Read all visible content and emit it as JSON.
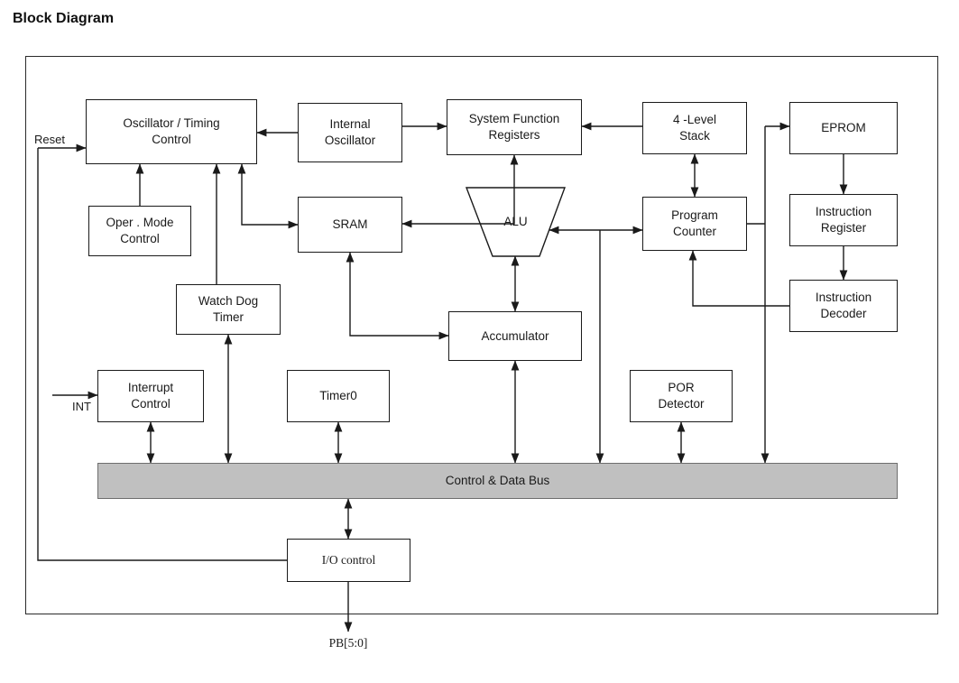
{
  "page": {
    "title": "Block Diagram"
  },
  "labels": {
    "reset": "Reset",
    "int": "INT",
    "pb": "PB[5:0]"
  },
  "nodes": {
    "osc": {
      "label": "Oscillator / Timing\nControl"
    },
    "internal_osc": {
      "label": "Internal\nOscillator"
    },
    "sfr": {
      "label": "System Function\nRegisters"
    },
    "stack": {
      "label": "4 -Level\nStack"
    },
    "eprom": {
      "label": "EPROM"
    },
    "oper_mode": {
      "label": "Oper . Mode\nControl"
    },
    "sram": {
      "label": "SRAM"
    },
    "alu": {
      "label": "ALU"
    },
    "pc": {
      "label": "Program\nCounter"
    },
    "ir": {
      "label": "Instruction\nRegister"
    },
    "idec": {
      "label": "Instruction\nDecoder"
    },
    "wdt": {
      "label": "Watch Dog\nTimer"
    },
    "acc": {
      "label": "Accumulator"
    },
    "int_ctrl": {
      "label": "Interrupt\nControl"
    },
    "timer0": {
      "label": "Timer0"
    },
    "por": {
      "label": "POR\nDetector"
    },
    "bus": {
      "label": "Control & Data Bus"
    },
    "io": {
      "label": "I/O control"
    }
  },
  "colors": {
    "line": "#1a1a1a",
    "box_border": "#1a1a1a",
    "box_bg": "#ffffff",
    "bus_fill": "#c0c0c0",
    "frame_border": "#2a2a2a"
  }
}
